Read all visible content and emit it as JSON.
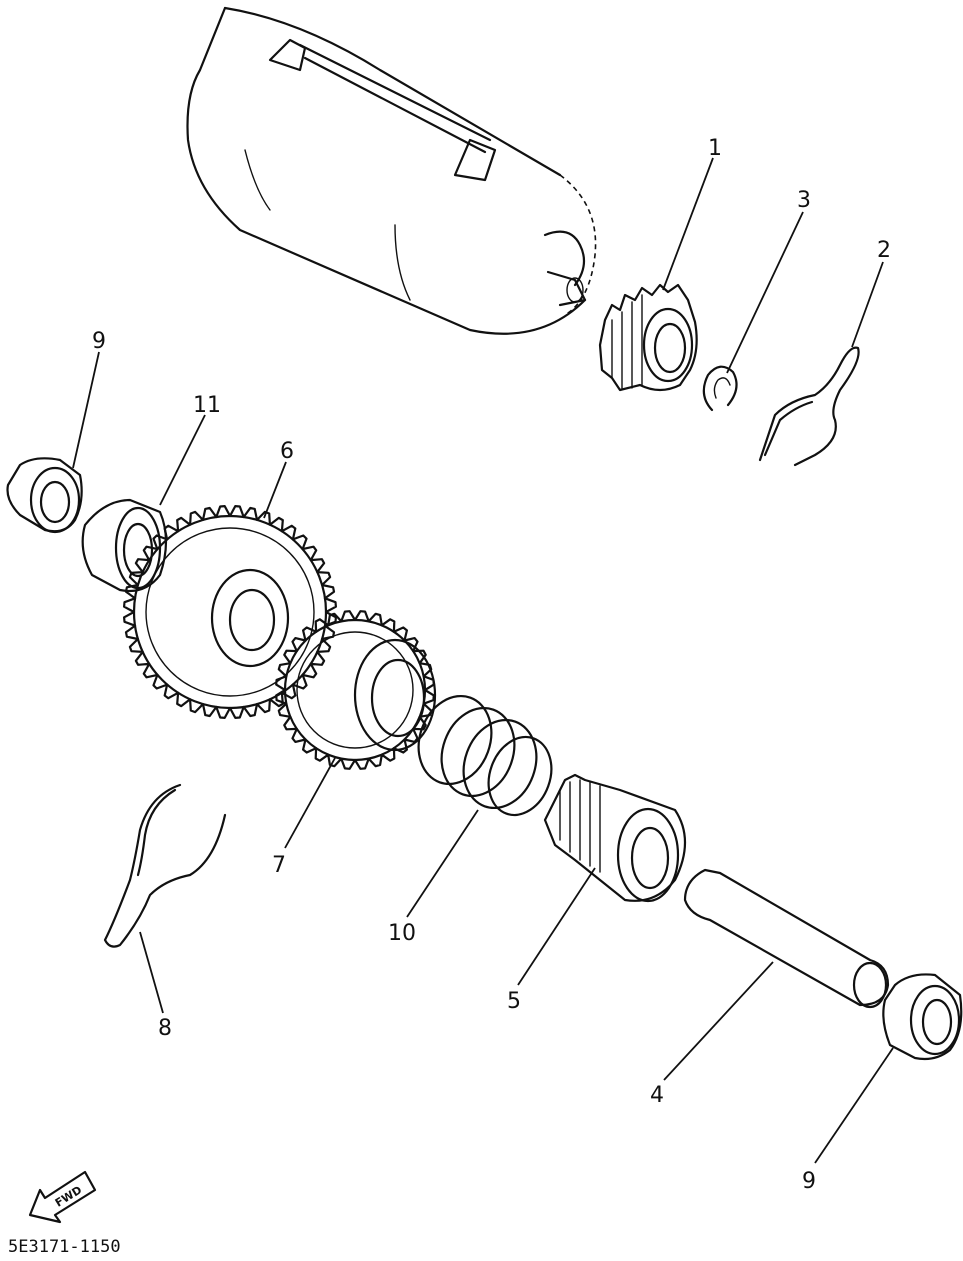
{
  "diagram": {
    "drawing_code": "5E3171-1150",
    "fwd_label": "FWD",
    "callouts": [
      {
        "id": "c1",
        "label": "1"
      },
      {
        "id": "c3",
        "label": "3"
      },
      {
        "id": "c2",
        "label": "2"
      },
      {
        "id": "c9a",
        "label": "9"
      },
      {
        "id": "c11",
        "label": "11"
      },
      {
        "id": "c6",
        "label": "6"
      },
      {
        "id": "c7",
        "label": "7"
      },
      {
        "id": "c10",
        "label": "10"
      },
      {
        "id": "c5",
        "label": "5"
      },
      {
        "id": "c8",
        "label": "8"
      },
      {
        "id": "c4",
        "label": "4"
      },
      {
        "id": "c9b",
        "label": "9"
      }
    ]
  }
}
